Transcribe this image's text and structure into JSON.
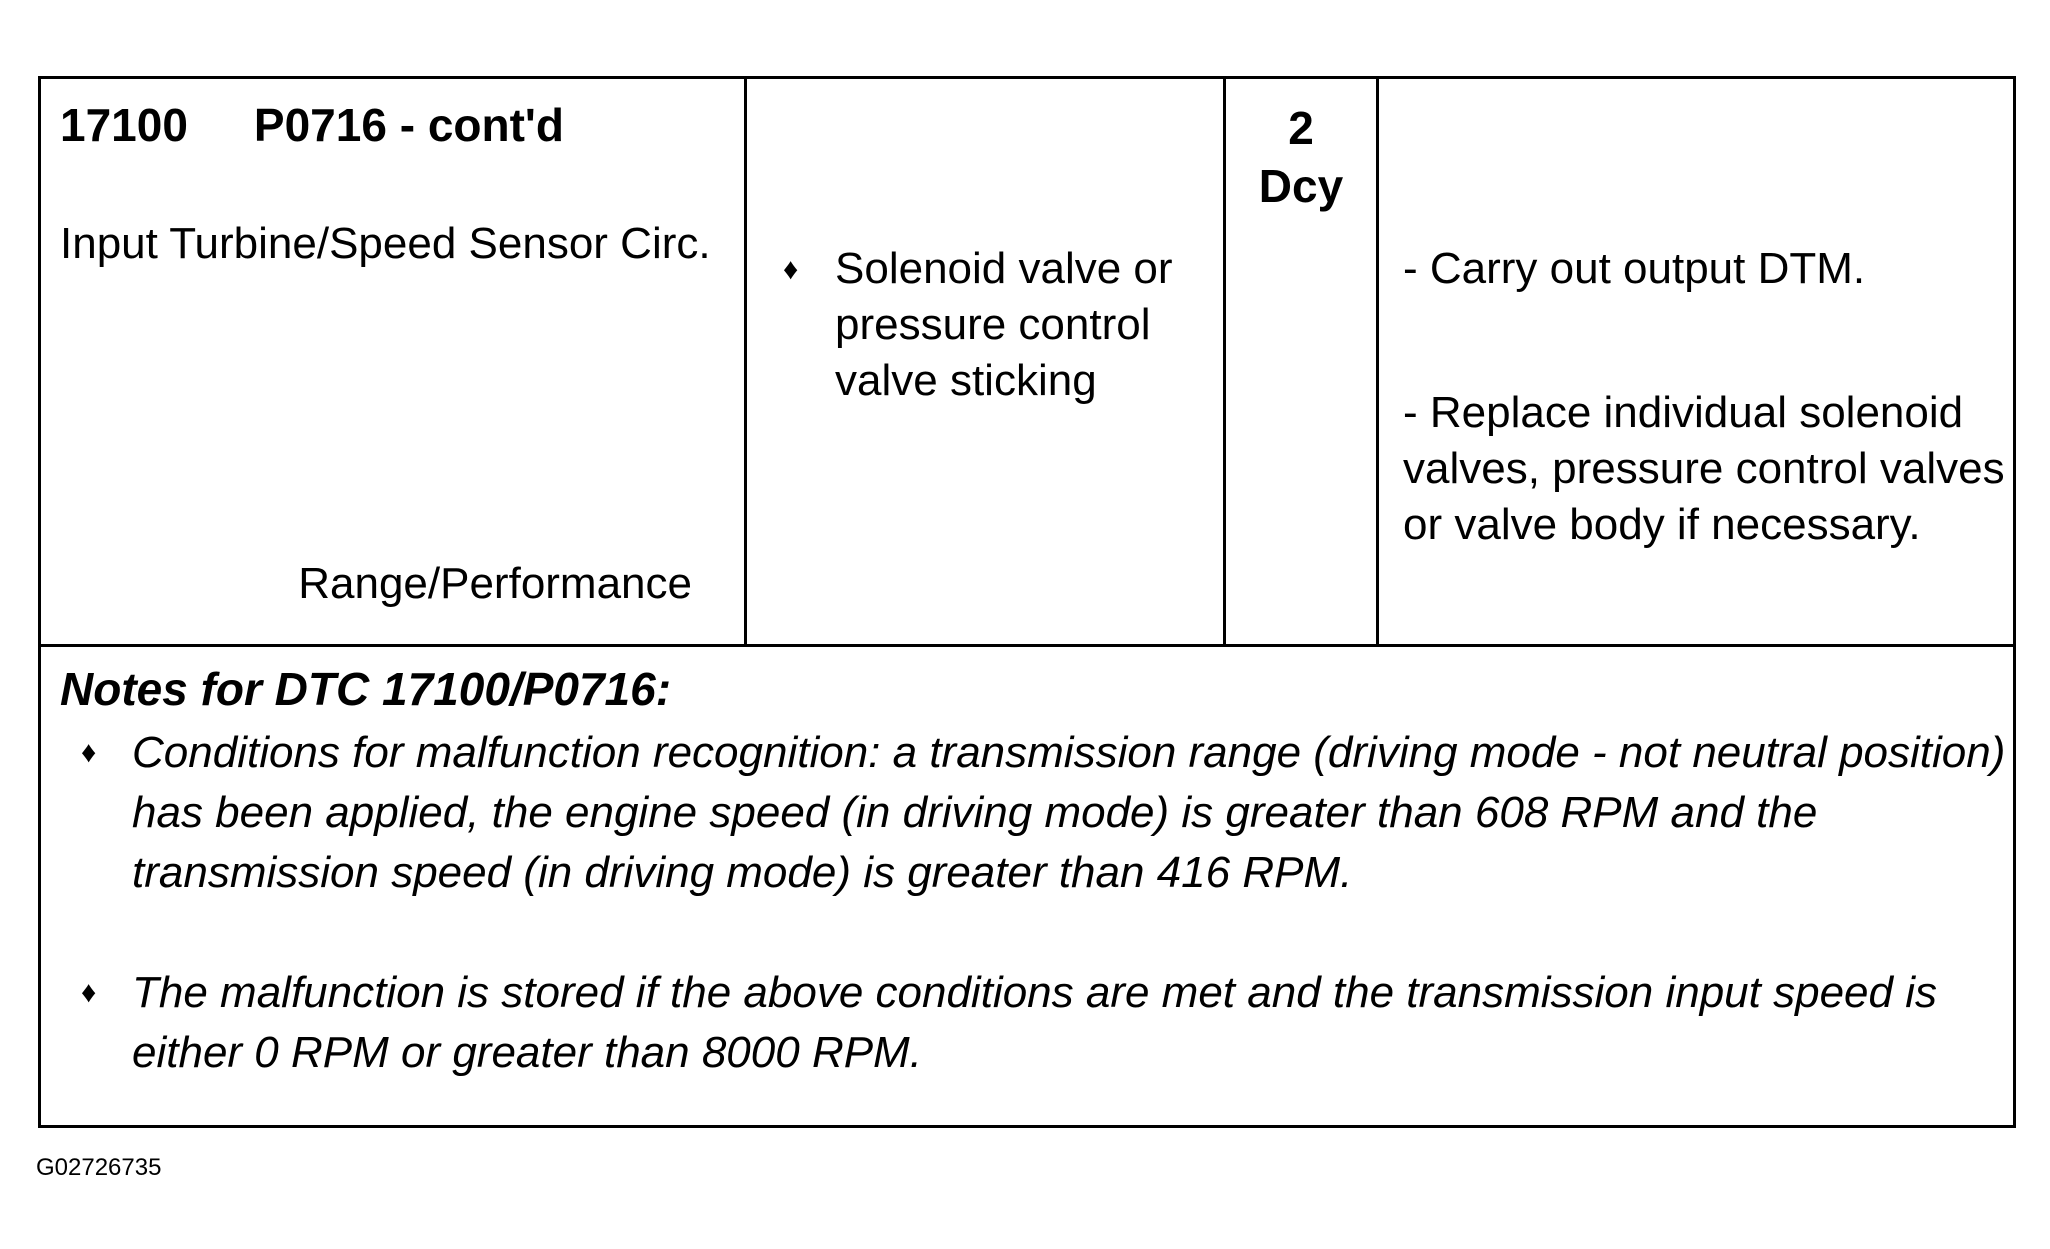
{
  "header": {
    "code_vag": "17100",
    "code_obd": "P0716 - cont'd"
  },
  "fault": {
    "name": "Input Turbine/Speed Sensor Circ.",
    "continuation": "Range/Performance"
  },
  "cause": {
    "bullet": "♦",
    "text": "Solenoid valve or pressure control valve sticking"
  },
  "drive_cycle": {
    "number": "2",
    "unit": "Dcy"
  },
  "actions": [
    "- Carry out output DTM.",
    "- Replace individual solenoid valves, pressure control valves or valve body if necessary."
  ],
  "notes": {
    "title": "Notes for DTC 17100/P0716:",
    "bullet": "♦",
    "items": [
      "Conditions for malfunction recognition: a transmission range (driving mode - not neutral position) has been applied, the engine speed (in driving mode) is greater than 608 RPM and the transmission speed (in driving mode) is greater than 416 RPM.",
      "The malfunction is stored if the above conditions are met and the transmission input speed is either 0 RPM or greater than 8000 RPM."
    ]
  },
  "figure_id": "G02726735"
}
